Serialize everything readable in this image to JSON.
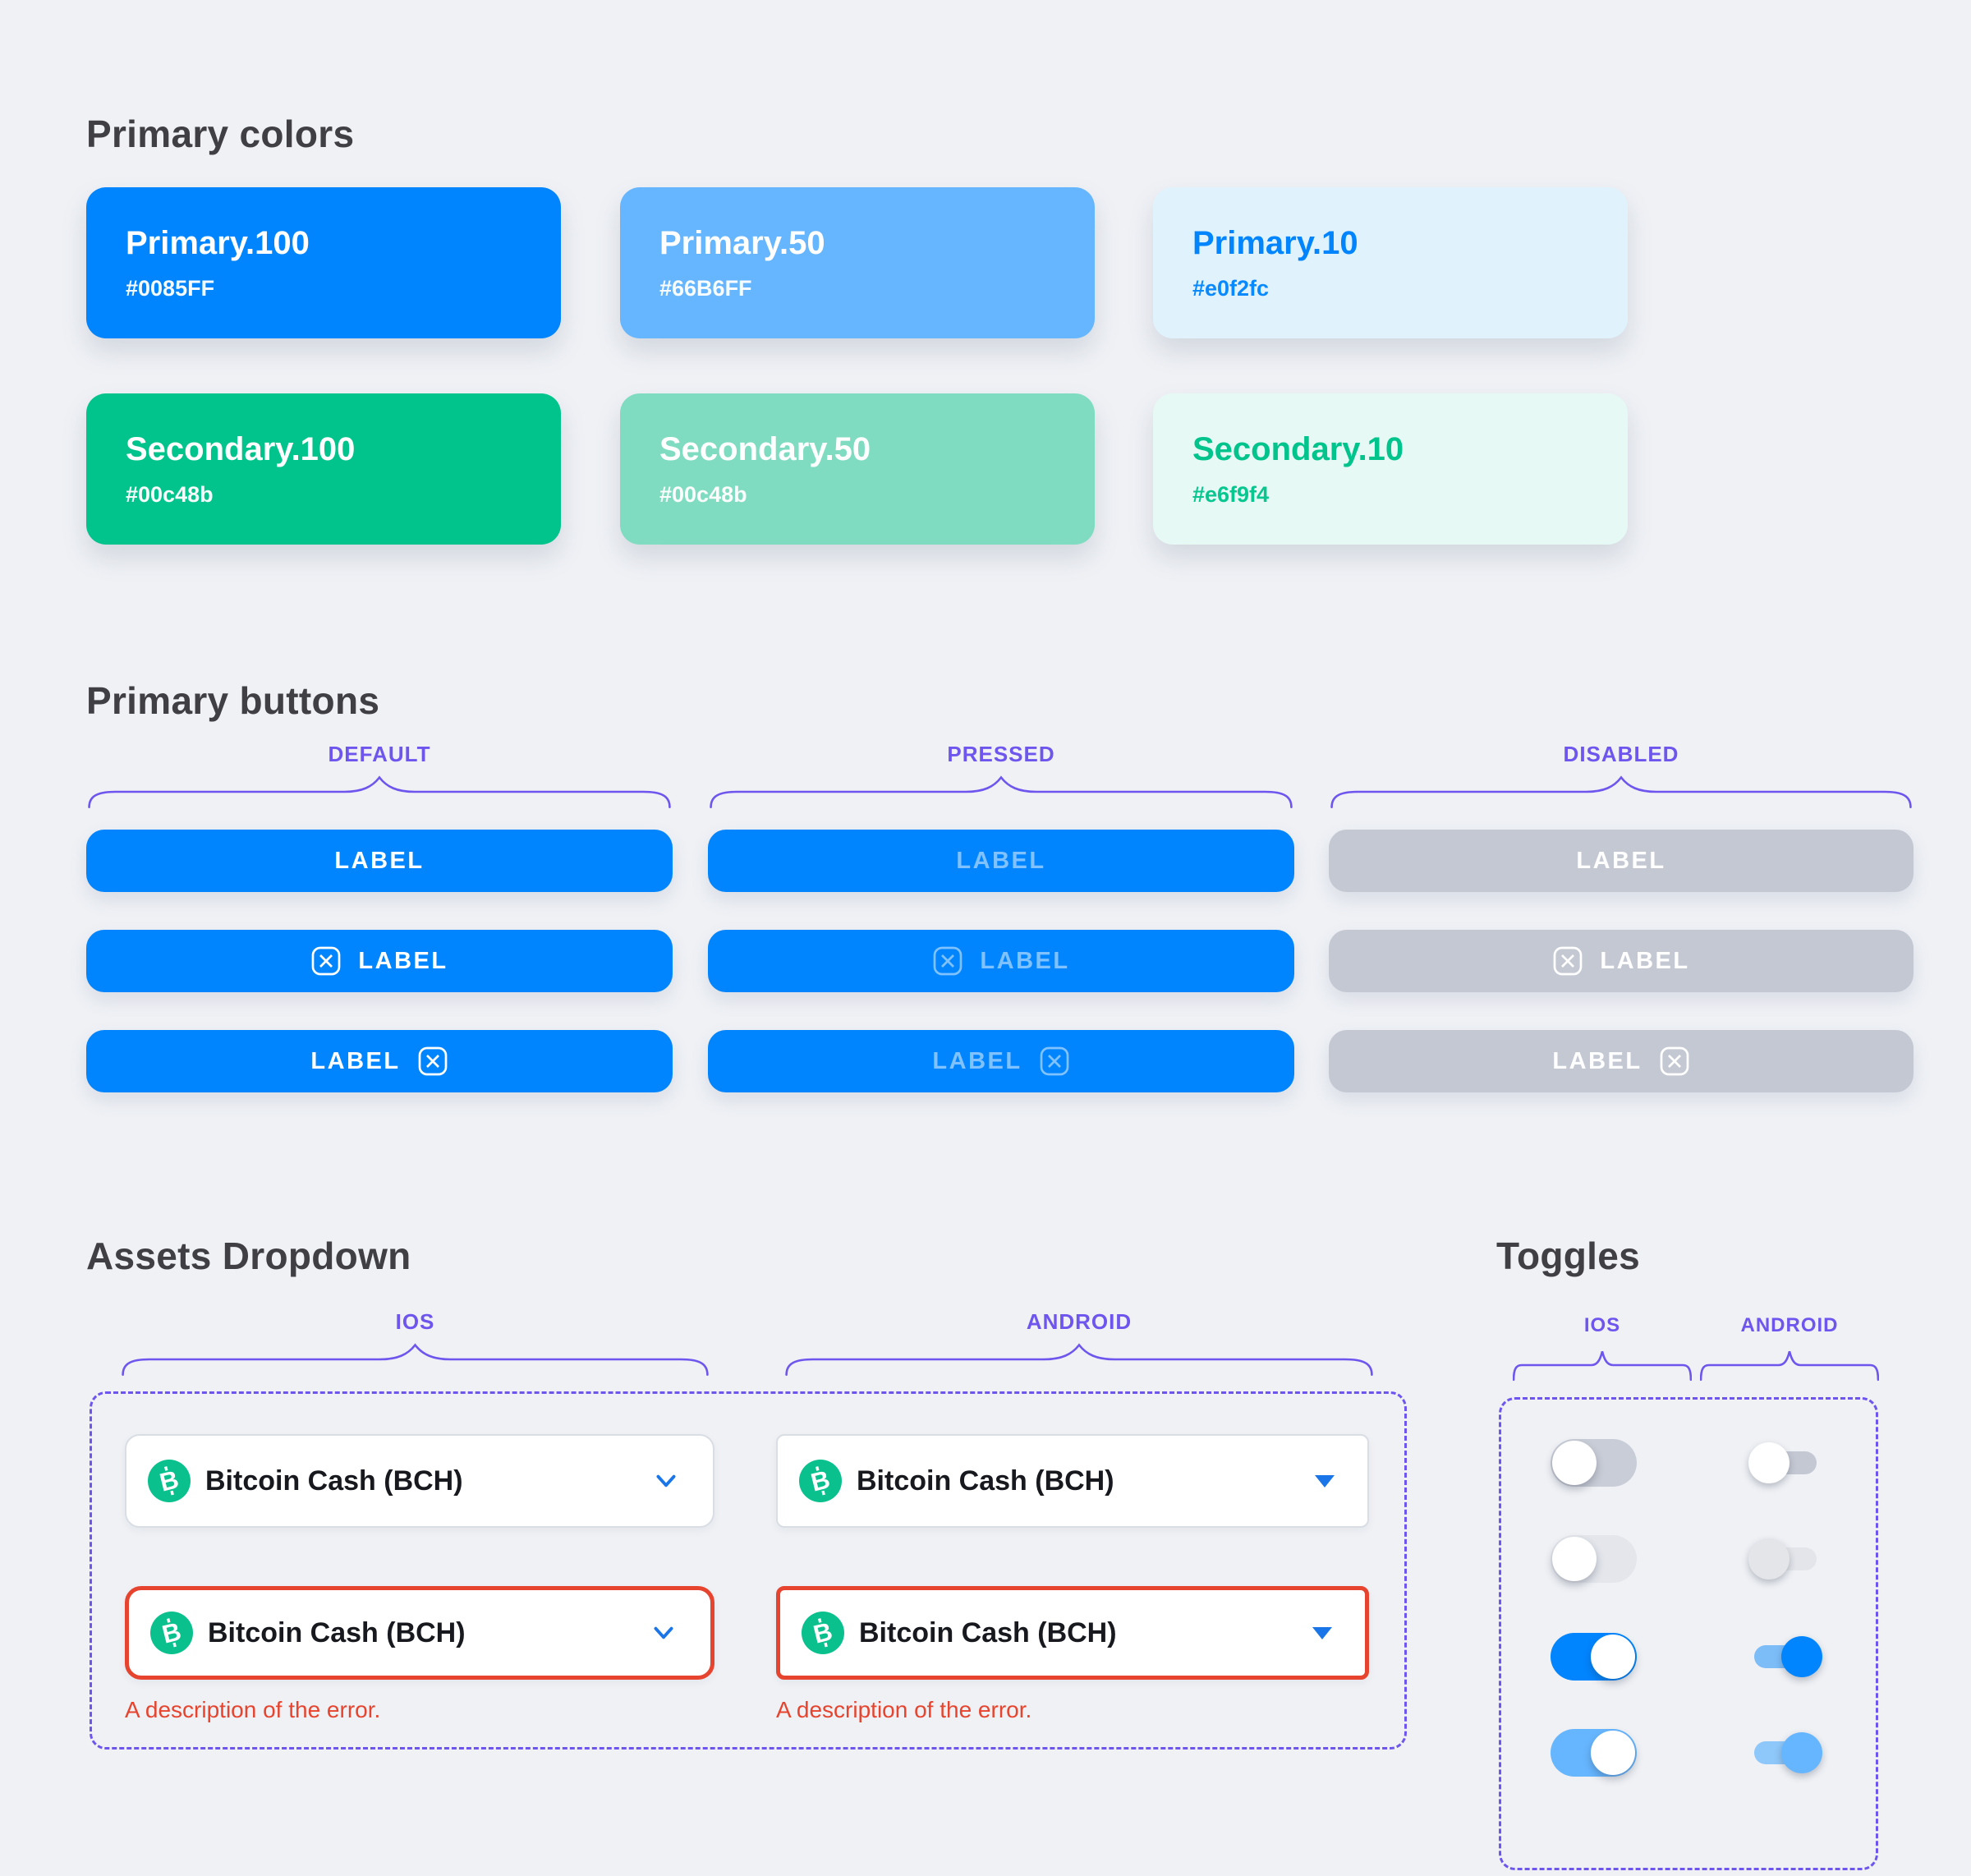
{
  "page": {
    "background": "#eff1f5",
    "annotation_color": "#6d55ee"
  },
  "colors_section": {
    "title": "Primary colors",
    "swatches": [
      {
        "name": "Primary.100",
        "hex": "#0085FF",
        "bg": "#0085FF",
        "fg": "#ffffff"
      },
      {
        "name": "Primary.50",
        "hex": "#66B6FF",
        "bg": "#66B6FF",
        "fg": "#ffffff"
      },
      {
        "name": "Primary.10",
        "hex": "#e0f2fc",
        "bg": "#e0f2fc",
        "fg": "#0085FF"
      },
      {
        "name": "Secondary.100",
        "hex": "#00c48b",
        "bg": "#00c48b",
        "fg": "#ffffff"
      },
      {
        "name": "Secondary.50",
        "hex": "#00c48b",
        "bg": "#7fdcc0",
        "fg": "#ffffff"
      },
      {
        "name": "Secondary.10",
        "hex": "#e6f9f4",
        "bg": "#e6f9f4",
        "fg": "#00c48b"
      }
    ]
  },
  "buttons_section": {
    "title": "Primary buttons",
    "button_label": "LABEL",
    "states": [
      {
        "name": "DEFAULT",
        "bg": "#0085FF",
        "fg": "#ffffff"
      },
      {
        "name": "PRESSED",
        "bg": "#0085FF",
        "fg": "rgba(255,255,255,0.5)"
      },
      {
        "name": "DISABLED",
        "bg": "#c4c8d3",
        "fg": "#ffffff"
      }
    ]
  },
  "dropdown_section": {
    "title": "Assets Dropdown",
    "platforms": [
      "IOS",
      "ANDROID"
    ],
    "asset_label": "Bitcoin Cash (BCH)",
    "error_text": "A description of the error.",
    "accent": "#1a76e8",
    "error_color": "#e6442e",
    "bch_green": "#0AC18E"
  },
  "toggles_section": {
    "title": "Toggles",
    "platforms": [
      "IOS",
      "ANDROID"
    ],
    "rows": [
      {
        "state": "off",
        "ios_track": "#c9cdd7",
        "ios_knob": "#ffffff",
        "android_track": "#c4c8d3",
        "android_knob": "#ffffff"
      },
      {
        "state": "off-disabled",
        "ios_track": "#e4e6ec",
        "ios_knob": "#ffffff",
        "android_track": "#e3e5ea",
        "android_knob": "#e4e5e9"
      },
      {
        "state": "on",
        "ios_track": "#0085FF",
        "ios_knob": "#ffffff",
        "android_track": "#7cbdf8",
        "android_knob": "#0085FF"
      },
      {
        "state": "on-disabled",
        "ios_track": "#66B6FF",
        "ios_knob": "#ffffff",
        "android_track": "#8ec7f9",
        "android_knob": "#66B6FF"
      }
    ]
  }
}
